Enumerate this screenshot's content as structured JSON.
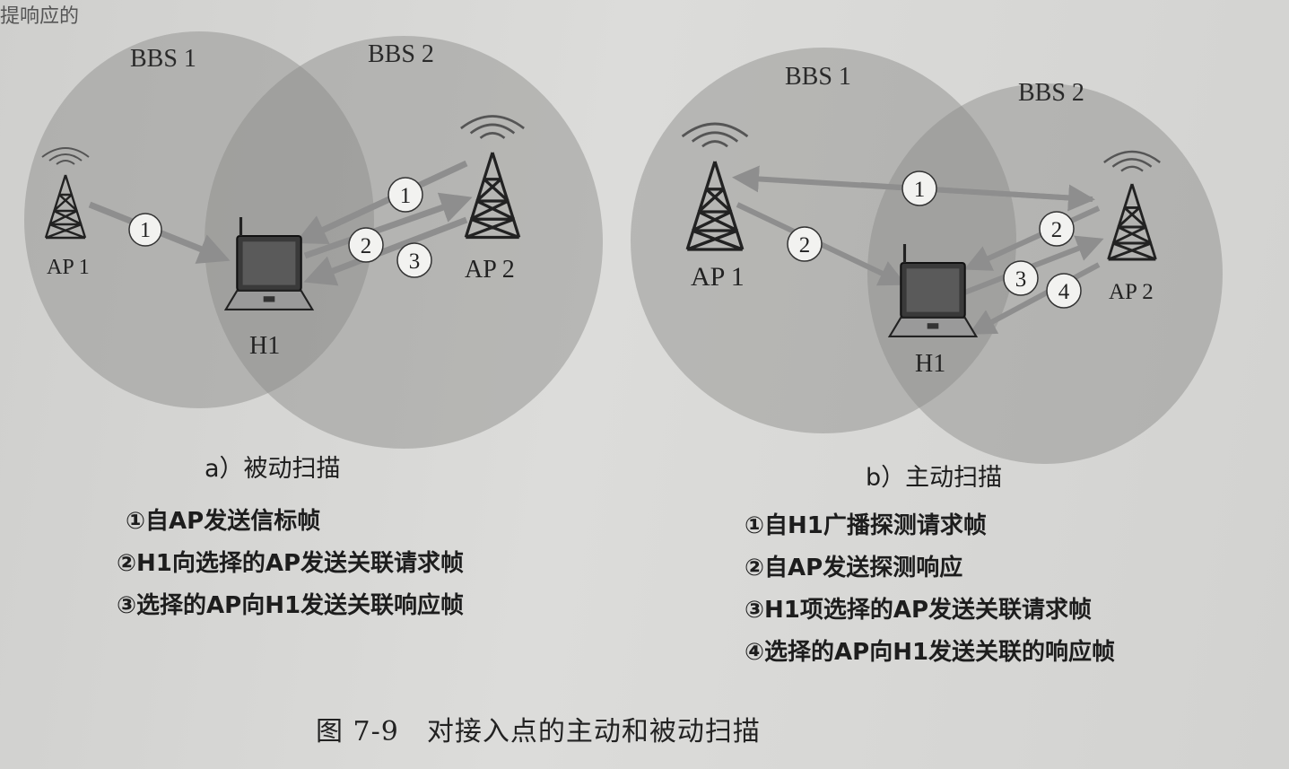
{
  "top_fragment": "提响应的",
  "diagram_a": {
    "bbs1": "BBS 1",
    "bbs2": "BBS 2",
    "ap1": "AP 1",
    "ap2": "AP 2",
    "host": "H1",
    "steps": [
      "1",
      "1",
      "2",
      "3"
    ],
    "subtitle": "a）被动扫描",
    "legend": [
      "①自AP发送信标帧",
      "②H1向选择的AP发送关联请求帧",
      "③选择的AP向H1发送关联响应帧"
    ]
  },
  "diagram_b": {
    "bbs1": "BBS 1",
    "bbs2": "BBS 2",
    "ap1": "AP 1",
    "ap2": "AP 2",
    "host": "H1",
    "steps": [
      "1",
      "2",
      "2",
      "3",
      "4"
    ],
    "subtitle": "b）主动扫描",
    "legend": [
      "①自H1广播探测请求帧",
      "②自AP发送探测响应",
      "③H1项选择的AP发送关联请求帧",
      "④选择的AP向H1发送关联的响应帧"
    ]
  },
  "caption": "图 7-9　对接入点的主动和被动扫描"
}
